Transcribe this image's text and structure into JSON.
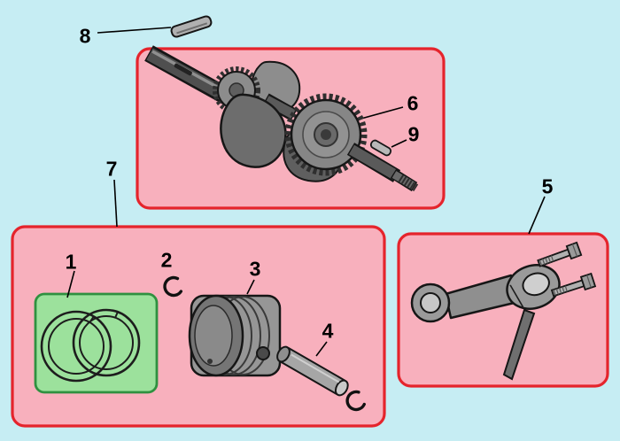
{
  "diagram": {
    "background_color": "#c6edf3",
    "colors": {
      "group_box_fill": "#f8b0bd",
      "group_box_border": "#e5242c",
      "highlight_box_fill": "#9ce19c",
      "highlight_box_border": "#2f9140",
      "callout_text": "#000000",
      "leader_line": "#000000",
      "part_outline": "#161616",
      "part_gray": "#8f8f8f"
    },
    "callouts": [
      {
        "label": "1"
      },
      {
        "label": "2"
      },
      {
        "label": "3"
      },
      {
        "label": "4"
      },
      {
        "label": "5"
      },
      {
        "label": "6"
      },
      {
        "label": "7"
      },
      {
        "label": "8"
      },
      {
        "label": "9"
      }
    ]
  }
}
